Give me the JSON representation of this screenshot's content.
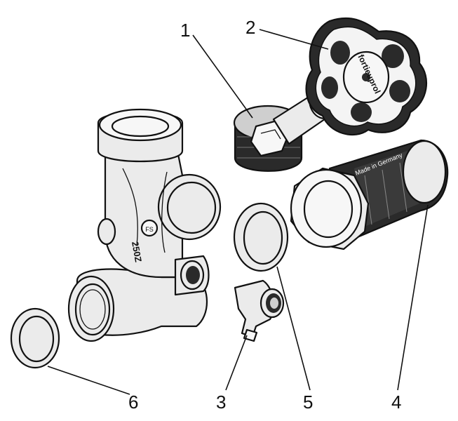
{
  "callouts": [
    {
      "id": "1",
      "text": "1"
    },
    {
      "id": "2",
      "text": "2"
    },
    {
      "id": "3",
      "text": "3"
    },
    {
      "id": "4",
      "text": "4"
    },
    {
      "id": "5",
      "text": "5"
    },
    {
      "id": "6",
      "text": "6"
    }
  ],
  "engravings": {
    "handwheel_brand": "fortieuprol",
    "union_nut": "Made in Germany",
    "valve_body": "250Z"
  }
}
